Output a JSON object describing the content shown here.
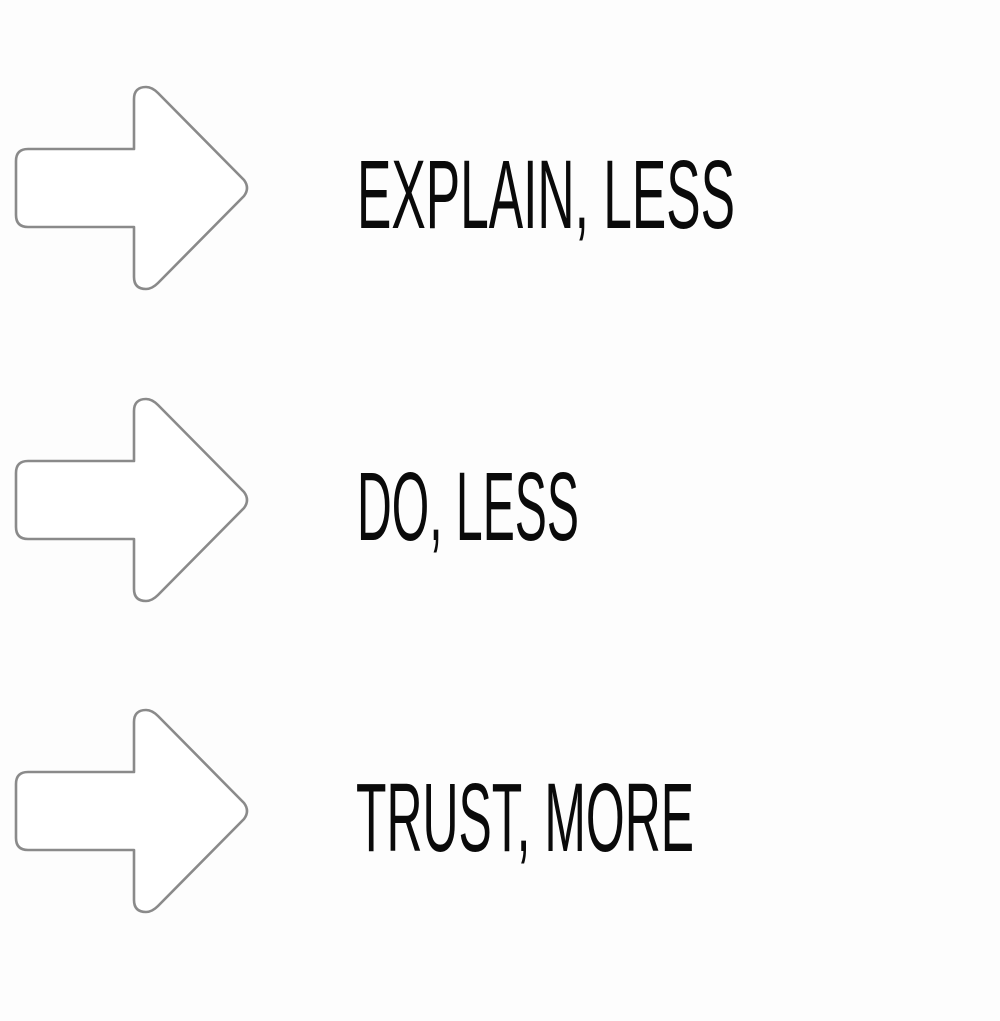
{
  "items": [
    {
      "label": "EXPLAIN, LESS",
      "icon": "arrow-right-icon",
      "text_width": 378
    },
    {
      "label": "DO, LESS",
      "icon": "arrow-right-icon",
      "text_width": 222
    },
    {
      "label": "TRUST, MORE",
      "icon": "arrow-right-icon",
      "text_width": 338
    }
  ],
  "colors": {
    "background": "#fdfdfd",
    "arrow_stroke": "#8a8a8a",
    "arrow_fill": "#ffffff",
    "text": "#0a0a0a"
  }
}
